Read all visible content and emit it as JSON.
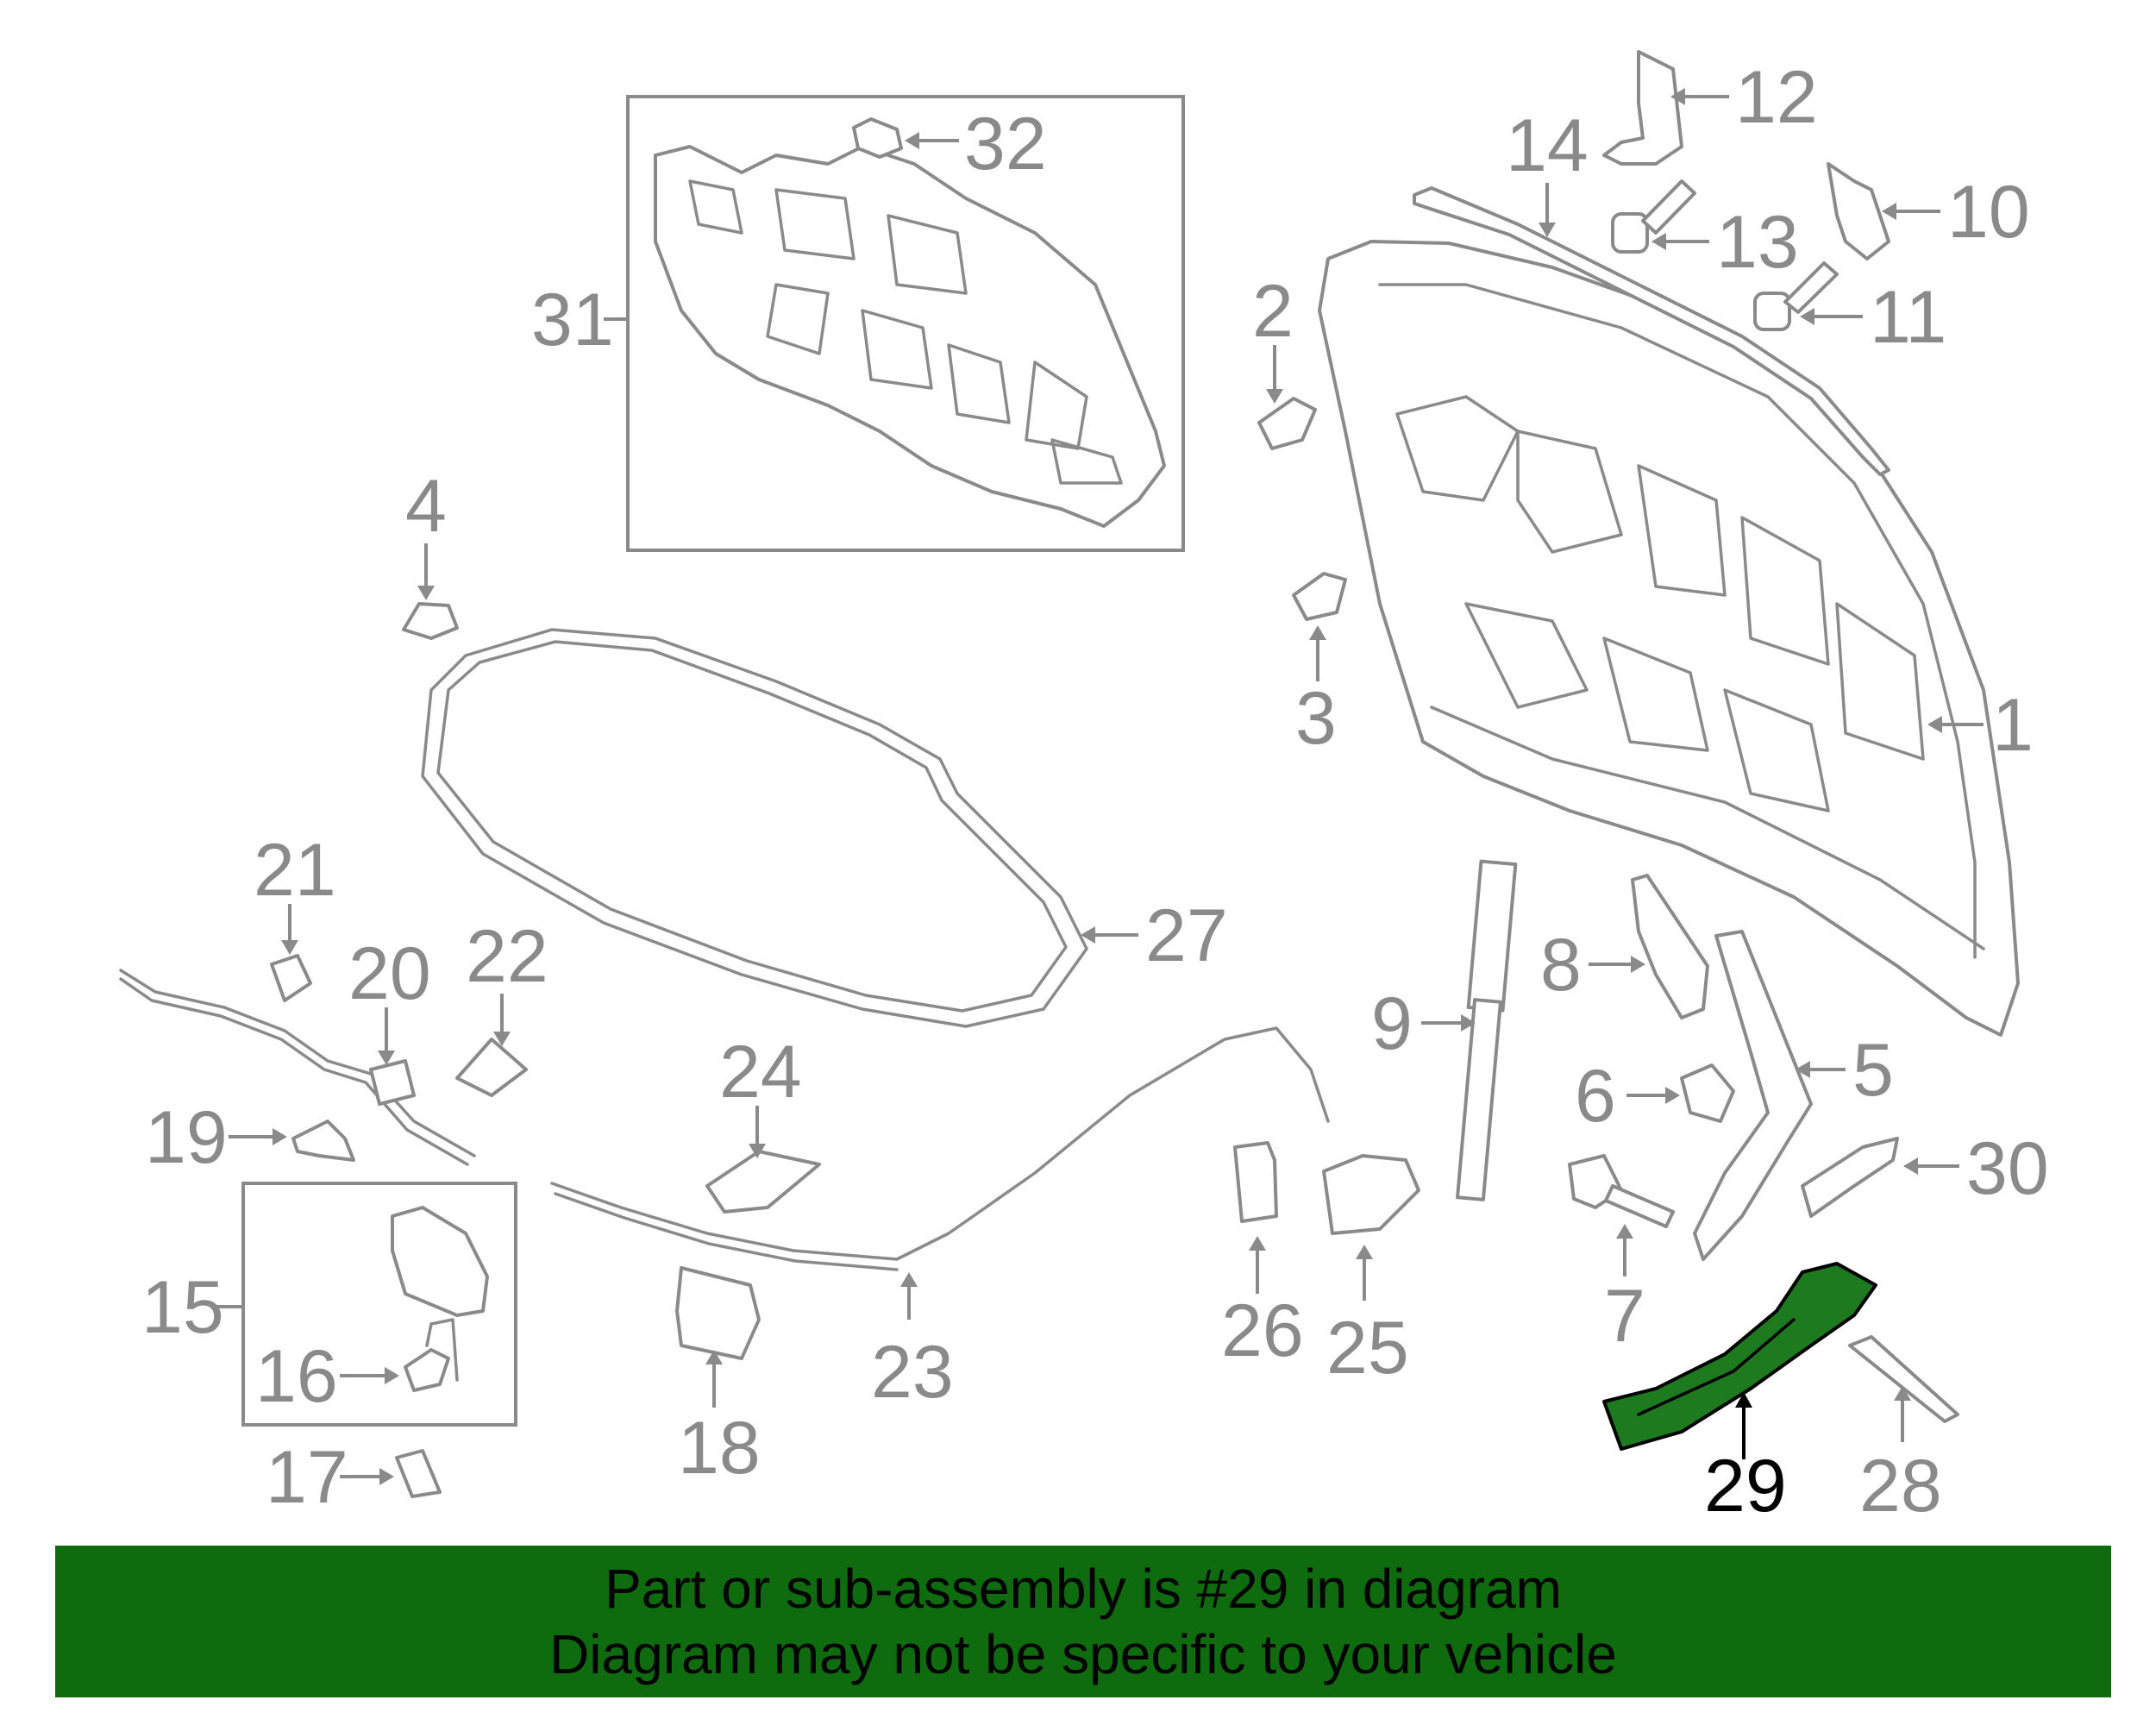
{
  "diagram": {
    "highlighted_part": "29",
    "highlight_color": "#1e7a1e",
    "line_color": "#8a8a8a",
    "callouts": {
      "c1": "1",
      "c2": "2",
      "c3": "3",
      "c4": "4",
      "c5": "5",
      "c6": "6",
      "c7": "7",
      "c8": "8",
      "c9": "9",
      "c10": "10",
      "c11": "11",
      "c12": "12",
      "c13": "13",
      "c14": "14",
      "c15": "15",
      "c16": "16",
      "c17": "17",
      "c18": "18",
      "c19": "19",
      "c20": "20",
      "c21": "21",
      "c22": "22",
      "c23": "23",
      "c24": "24",
      "c25": "25",
      "c26": "26",
      "c27": "27",
      "c28": "28",
      "c29": "29",
      "c30": "30",
      "c31": "31",
      "c32": "32"
    }
  },
  "banner": {
    "color": "#0e6b0e",
    "line1": "Part or sub-assembly is #29 in diagram",
    "line2": "Diagram may not be specific to your vehicle"
  }
}
